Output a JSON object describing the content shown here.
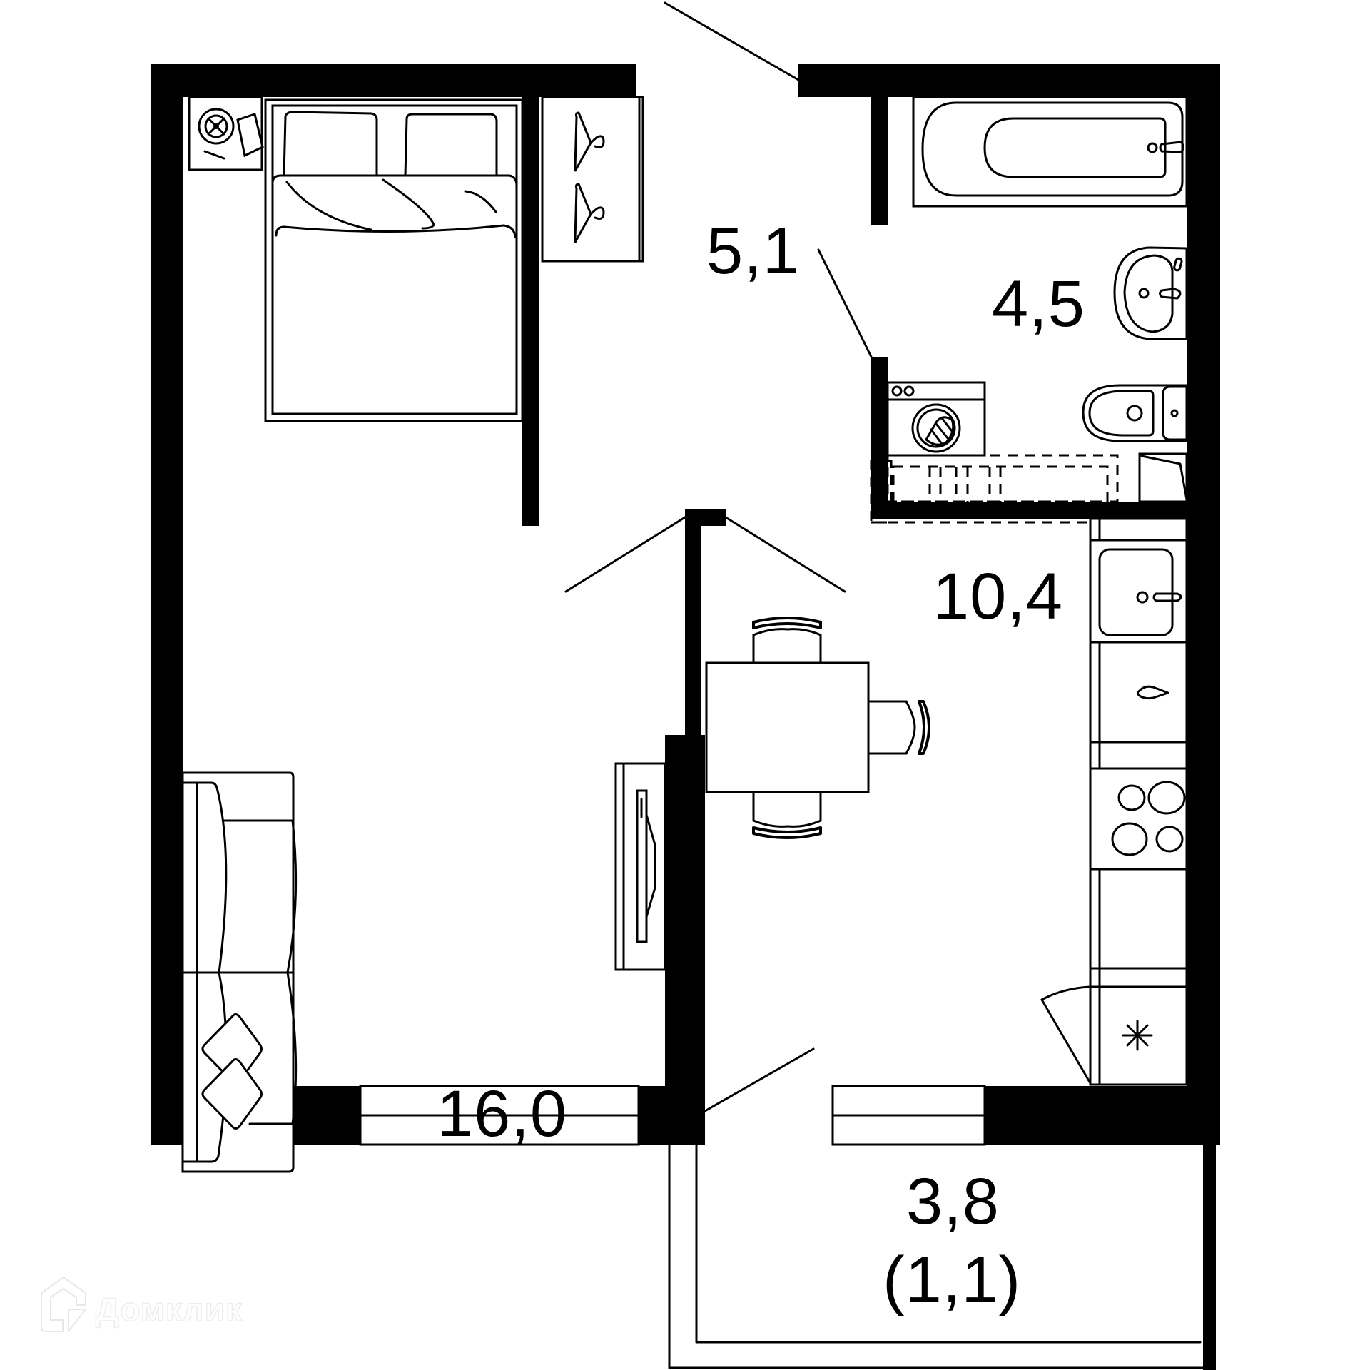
{
  "plan": {
    "title": "1-room apartment floor plan",
    "colors": {
      "wall": "#000000",
      "background": "#ffffff",
      "line": "#000000",
      "watermark": "#ececec"
    }
  },
  "rooms": [
    {
      "id": "living-bedroom",
      "area": "16,0"
    },
    {
      "id": "hallway",
      "area": "5,1"
    },
    {
      "id": "bathroom",
      "area": "4,5"
    },
    {
      "id": "kitchen",
      "area": "10,4"
    },
    {
      "id": "balcony",
      "area": "3,8",
      "area_reduced": "(1,1)"
    }
  ],
  "labels": {
    "living": "16,0",
    "hallway": "5,1",
    "bathroom": "4,5",
    "kitchen": "10,4",
    "balcony": "3,8",
    "balcony_reduced": "(1,1)"
  },
  "furniture": [
    "bed",
    "nightstand-lamp",
    "wardrobe-hangers",
    "sofa",
    "tv-unit",
    "dining-table",
    "chair-top",
    "chair-right",
    "chair-bottom",
    "bathtub",
    "bathroom-sink",
    "toilet",
    "washing-machine",
    "cabinet",
    "kitchen-sink",
    "dishwasher",
    "cooktop",
    "fridge"
  ],
  "watermark": {
    "text": "Домклик",
    "icon": "house-logo-icon"
  }
}
